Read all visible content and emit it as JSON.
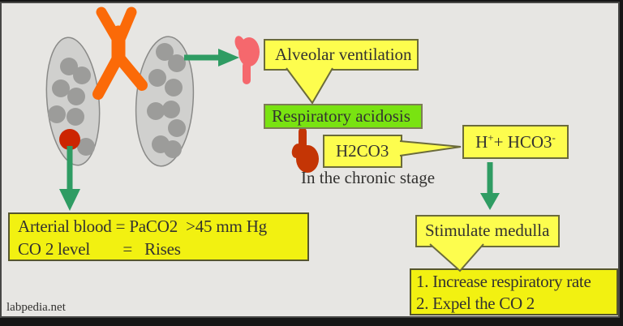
{
  "canvas": {
    "watermark": "labpedia.net"
  },
  "colors": {
    "background": "#e7e6e3",
    "frame_border": "#474745",
    "callout_yellow": "#fdfd4e",
    "bright_yellow": "#f2f111",
    "box_border": "#6b6b3b",
    "green_box_bg": "#79e311",
    "arrow_green": "#2f9c63",
    "trachea_orange": "#fb6a08",
    "lung_fill": "#d0d0ce",
    "lung_border": "#8a8a88",
    "alveoli_gray": "#9c9c9a",
    "red_spot": "#cc2501",
    "thumb_pink": "#f5686d",
    "thumb_red": "#c43505",
    "text": "#333230"
  },
  "labels": {
    "alveolar_ventilation": "Alveolar ventilation",
    "respiratory_acidosis": "Respiratory acidosis",
    "h2co3": "H2CO3",
    "ion": {
      "base": "H",
      "sup_plus": "+",
      "mid": "+ HCO3",
      "sup_minus": "-"
    },
    "chronic_stage": "In the chronic stage",
    "stimulate_medulla": "Stimulate medulla",
    "outcomes": {
      "line1": "1. Increase respiratory rate",
      "line2": "2. Expel the CO 2"
    },
    "arterial": {
      "line1": "Arterial blood = PaCO2  >45 mm Hg",
      "line2": "CO 2 level        =   Rises"
    }
  },
  "icons": {
    "thumb_down": "thumb-down-hand",
    "thumb_up": "thumb-up-hand",
    "lungs": "lungs-with-alveoli",
    "trachea": "trachea-bronchi",
    "arrows": "green-flow-arrow"
  }
}
